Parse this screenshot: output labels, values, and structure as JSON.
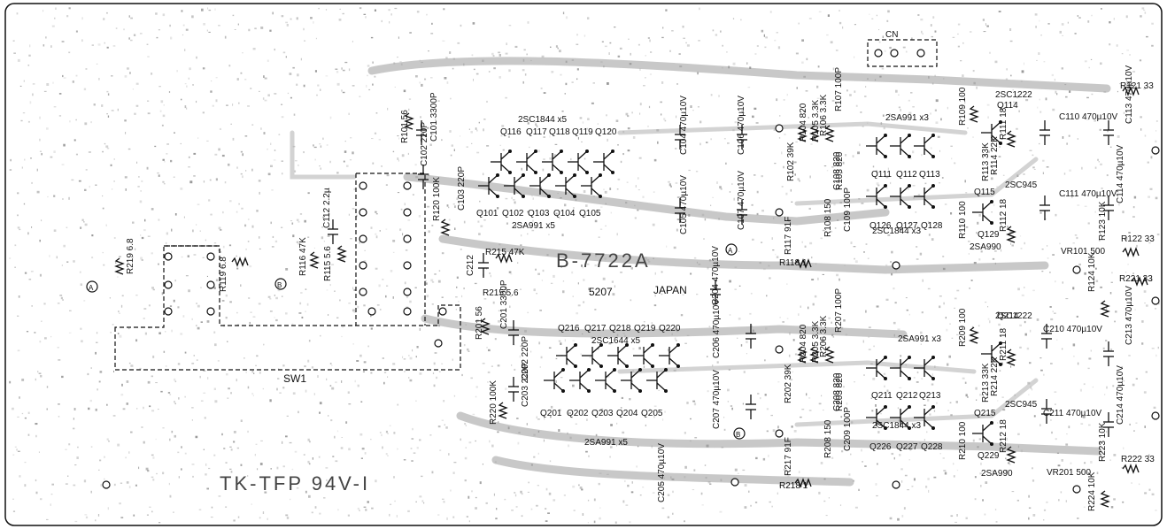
{
  "board": {
    "model": "TK-TFP 94V-I",
    "part_number": "B-7722A",
    "code": "5207",
    "origin": "JAPAN",
    "switch_label": "SW1",
    "connector_label": "CN",
    "node_a": "A",
    "node_b": "B"
  },
  "transistor_groups": [
    {
      "id": "g1",
      "label": "2SC1844 x5"
    },
    {
      "id": "g2",
      "label": "2SA991 x5"
    },
    {
      "id": "g3",
      "label": "2SC1644 x5"
    },
    {
      "id": "g4",
      "label": "2SA991 x5"
    },
    {
      "id": "g5",
      "label": "2SA991 x3"
    },
    {
      "id": "g6",
      "label": "2SC1844 x3"
    },
    {
      "id": "g7",
      "label": "2SA991 x3"
    },
    {
      "id": "g8",
      "label": "2SC1844 x3"
    }
  ],
  "labels": [
    "R219 6.8",
    "R119 6.8",
    "R116 47K",
    "R115 5.6",
    "C112 2.2µ",
    "R101 56",
    "C101 3300P",
    "C102 220P",
    "C103 220P",
    "R120 100K",
    "R215 47K",
    "R215 5.6",
    "C212",
    "R201 56",
    "C201 3300P",
    "C202 220P",
    "C203 220P",
    "R220 100K",
    "Q116",
    "Q117",
    "Q118",
    "Q119",
    "Q120",
    "Q101",
    "Q102",
    "Q103",
    "Q104",
    "Q105",
    "Q216",
    "Q217",
    "Q218",
    "Q219",
    "Q220",
    "Q201",
    "Q202",
    "Q203",
    "Q204",
    "Q205",
    "C104 470µ10V",
    "C105 470µ10V",
    "C106 470µ10V",
    "C107 470µ10V",
    "C204 470µ10V",
    "C205 470µ10V",
    "C206 470µ10V",
    "C207 470µ10V",
    "R102 39K",
    "R104 820",
    "R105 3.3K",
    "R103 820",
    "R106 3.3K",
    "R107 100P",
    "C109 100P",
    "C108 820",
    "R108 150",
    "R109 100",
    "R110 100",
    "R117 91F",
    "R118 1",
    "Q111",
    "Q112",
    "Q113",
    "Q126",
    "Q127",
    "Q128",
    "Q114",
    "Q115",
    "Q129",
    "R113 33K",
    "R114 22K",
    "R111 18",
    "R112 18",
    "2SC1222",
    "2SC945",
    "2SA990",
    "C110 470µ10V",
    "C111 470µ10V",
    "C113 470µ10V",
    "C114 470µ10V",
    "R121 33",
    "R122 33",
    "R123 10K",
    "R124 10K",
    "VR101 500",
    "R202 39K",
    "R204 820",
    "R205 3.3K",
    "R203 820",
    "R206 3.3K",
    "R207 100P",
    "C209 100P",
    "C208 820",
    "R208 150",
    "R209 100",
    "R210 100",
    "R217 91F",
    "R218 1",
    "Q211",
    "Q212",
    "Q213",
    "Q226",
    "Q227",
    "Q228",
    "Q214",
    "Q215",
    "Q229",
    "R213 33K",
    "R214 22K",
    "R211 18",
    "R212 18",
    "2SC1222",
    "2SC945",
    "2SA990",
    "C210 470µ10V",
    "C211 470µ10V",
    "C213 470µ10V",
    "C214 470µ10V",
    "R221 33",
    "R222 33",
    "R223 10K",
    "R224 10K",
    "VR201 500"
  ]
}
